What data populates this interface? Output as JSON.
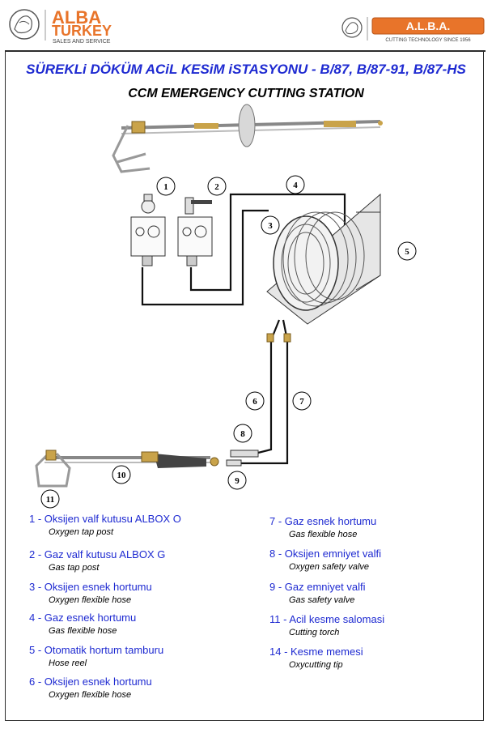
{
  "header": {
    "left_logo": {
      "line1": "ALBA",
      "line2": "TURKEY",
      "line3": "SALES AND SERVICE"
    },
    "right_logo": {
      "name": "A.L.B.A.",
      "tagline": "CUTTING TECHNOLOGY SINCE 1956"
    }
  },
  "title": "SÜREKLi DÖKÜM ACiL KESiM iSTASYONU - B/87, B/87-91, B/87-HS",
  "subtitle": "CCM EMERGENCY CUTTING STATION",
  "callouts": [
    "1",
    "2",
    "3",
    "4",
    "5",
    "6",
    "7",
    "8",
    "9",
    "10",
    "11"
  ],
  "legend_left": [
    {
      "tr": "1  - Oksijen valf kutusu ALBOX O",
      "en": "Oxygen tap post"
    },
    {
      "tr": "2  - Gaz valf kutusu ALBOX G",
      "en": "Gas tap post"
    },
    {
      "tr": "3  - Oksijen esnek hortumu",
      "en": "Oxygen flexible hose"
    },
    {
      "tr": "4  - Gaz esnek hortumu",
      "en": "Gas flexible hose"
    },
    {
      "tr": "5  - Otomatik hortum tamburu",
      "en": "Hose reel"
    },
    {
      "tr": "6  - Oksijen esnek hortumu",
      "en": "Oxygen flexible hose"
    }
  ],
  "legend_right": [
    {
      "tr": "7  - Gaz esnek hortumu",
      "en": "Gas flexible hose"
    },
    {
      "tr": "8  - Oksijen emniyet valfi",
      "en": "Oxygen safety valve"
    },
    {
      "tr": "9  - Gaz emniyet valfi",
      "en": "Gas safety valve"
    },
    {
      "tr": "11  - Acil kesme salomasi",
      "en": "Cutting torch"
    },
    {
      "tr": "14  - Kesme memesi",
      "en": "Oxycutting tip"
    }
  ],
  "colors": {
    "accent_blue": "#1e2ad1",
    "alba_orange": "#e8742a",
    "brass": "#c9a34a"
  }
}
